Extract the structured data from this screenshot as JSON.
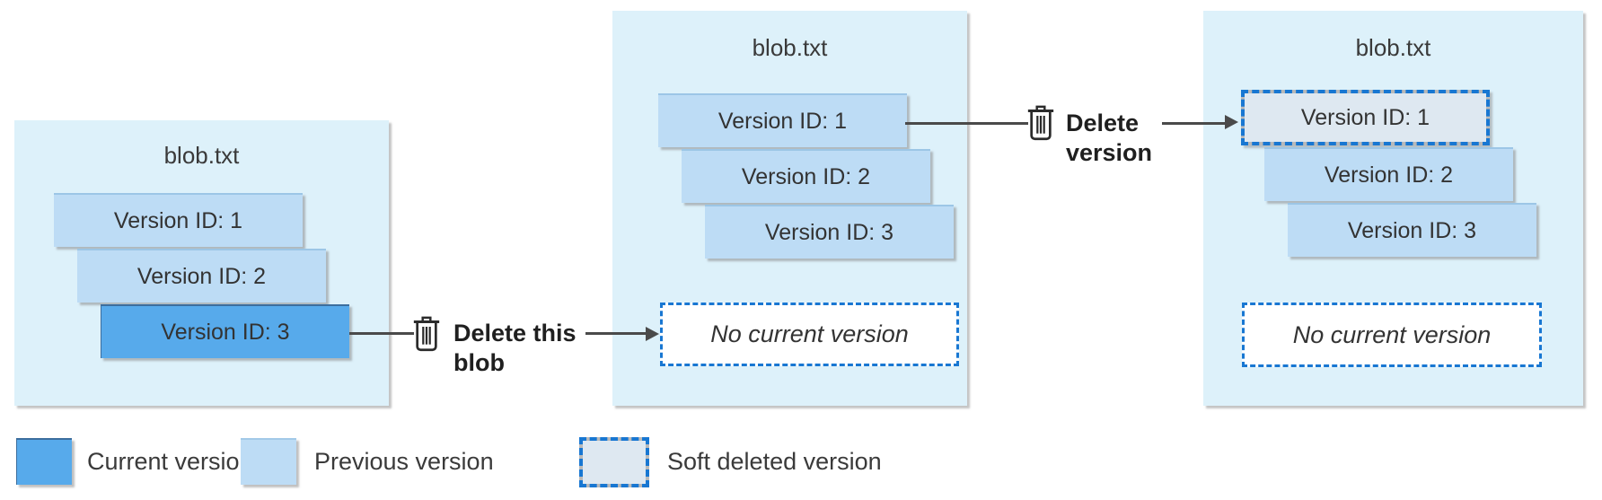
{
  "panels": [
    {
      "title": "blob.txt",
      "versions": [
        "Version ID: 1",
        "Version ID: 2",
        "Version ID: 3"
      ],
      "current_version": "Version ID: 3",
      "placeholder": null
    },
    {
      "title": "blob.txt",
      "versions": [
        "Version ID: 1",
        "Version ID: 2",
        "Version ID: 3"
      ],
      "placeholder": "No current version"
    },
    {
      "title": "blob.txt",
      "versions": [
        "Version ID: 1",
        "Version ID: 2",
        "Version ID: 3"
      ],
      "soft_deleted_version": "Version ID: 1",
      "placeholder": "No current version"
    }
  ],
  "actions": [
    {
      "icon": "trash-icon",
      "line1": "Delete this",
      "line2": "blob"
    },
    {
      "icon": "trash-icon",
      "line1": "Delete",
      "line2": "version"
    }
  ],
  "legend": {
    "items": [
      {
        "label": "Current version",
        "style": "current"
      },
      {
        "label": "Previous version",
        "style": "previous"
      },
      {
        "label": "Soft deleted version",
        "style": "soft-deleted"
      }
    ]
  },
  "colors": {
    "current_version": "#57aaeb",
    "previous_version": "#bddcf5",
    "soft_deleted_fill": "#dee8f1",
    "soft_deleted_border_gray": "#b9b9b9",
    "accent_blue": "#1877d2",
    "panel_background": "#ddf1fa",
    "connector": "#4a4a4a"
  }
}
